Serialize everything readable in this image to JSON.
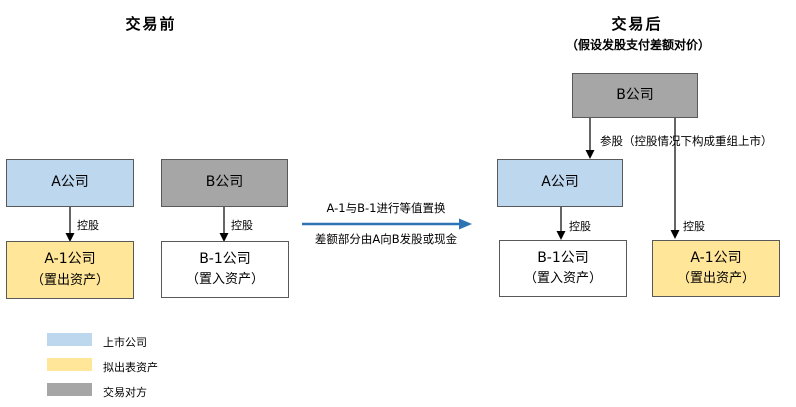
{
  "titles": {
    "before": "交易前",
    "after": "交易后",
    "after_subtitle": "（假设发股支付差额对价）"
  },
  "before": {
    "company_a": "A公司",
    "company_b": "B公司",
    "holding_a_label": "控股",
    "holding_b_label": "控股",
    "company_a1_line1": "A-1公司",
    "company_a1_line2": "（置出资产）",
    "company_b1_line1": "B-1公司",
    "company_b1_line2": "（置入资产）"
  },
  "transition": {
    "line_above": "A-1与B-1进行等值置换",
    "line_below": "差额部分由A向B发股或现金"
  },
  "after": {
    "company_b": "B公司",
    "company_a": "A公司",
    "participation_label": "参股（控股情况下构成重组上市）",
    "holding_a_label": "控股",
    "holding_b_label": "控股",
    "company_b1_line1": "B-1公司",
    "company_b1_line2": "（置入资产）",
    "company_a1_line1": "A-1公司",
    "company_a1_line2": "（置出资产）"
  },
  "legend": {
    "items": [
      {
        "label": "上市公司",
        "color": "#BDD7EE"
      },
      {
        "label": "拟出表资产",
        "color": "#FFE699"
      },
      {
        "label": "交易对方",
        "color": "#A6A6A6"
      }
    ]
  },
  "colors": {
    "listed_company": "#BDD7EE",
    "deconsolidated_asset": "#FFE699",
    "counterparty": "#A6A6A6",
    "connector": "#000000",
    "transition_arrow": "#2E74B5"
  }
}
